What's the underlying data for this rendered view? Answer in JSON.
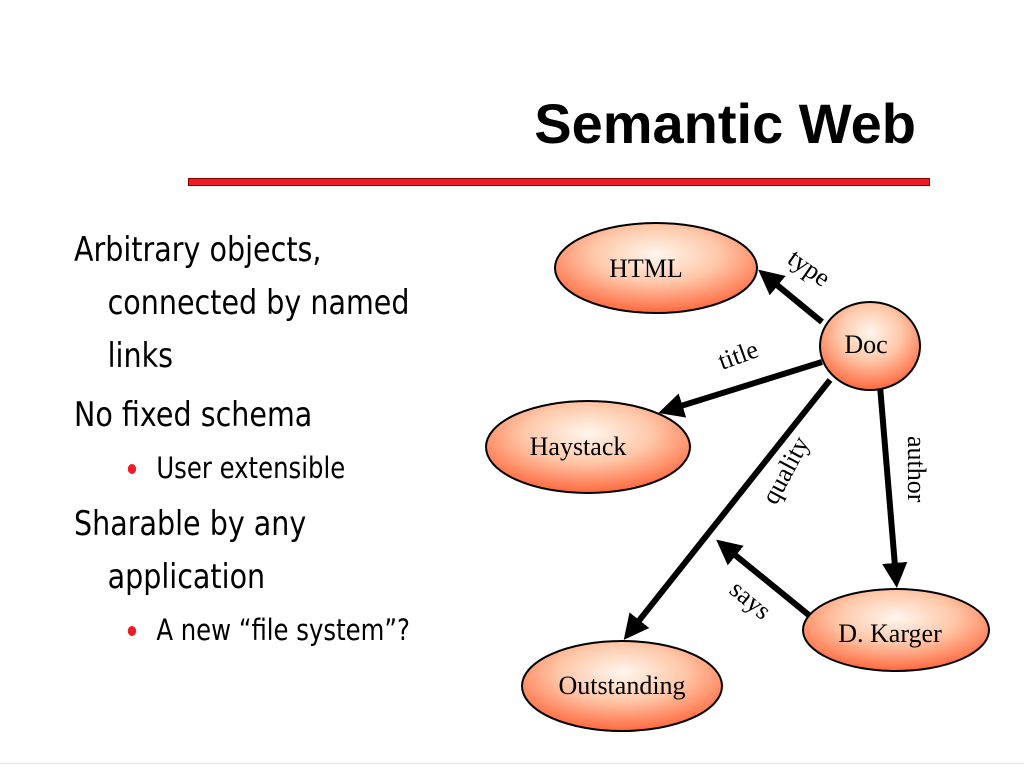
{
  "title": "Semantic Web",
  "bullets": [
    {
      "text": "Arbitrary objects, connected by named links",
      "subs": []
    },
    {
      "text": "No fixed schema",
      "subs": [
        "User extensible"
      ]
    },
    {
      "text": "Sharable by any application",
      "subs": [
        "A new “file system”?"
      ]
    }
  ],
  "diagram": {
    "nodes": {
      "html": "HTML",
      "doc": "Doc",
      "haystack": "Haystack",
      "karger": "D. Karger",
      "outstanding": "Outstanding"
    },
    "edges": {
      "type": "type",
      "title": "title",
      "quality": "quality",
      "author": "author",
      "says": "says"
    },
    "colors": {
      "node_fill_light": "#fff6ee",
      "node_fill_dark": "#ff5a2e",
      "rule": "#ee1c25",
      "bullet_dot": "#ee1c25"
    }
  }
}
